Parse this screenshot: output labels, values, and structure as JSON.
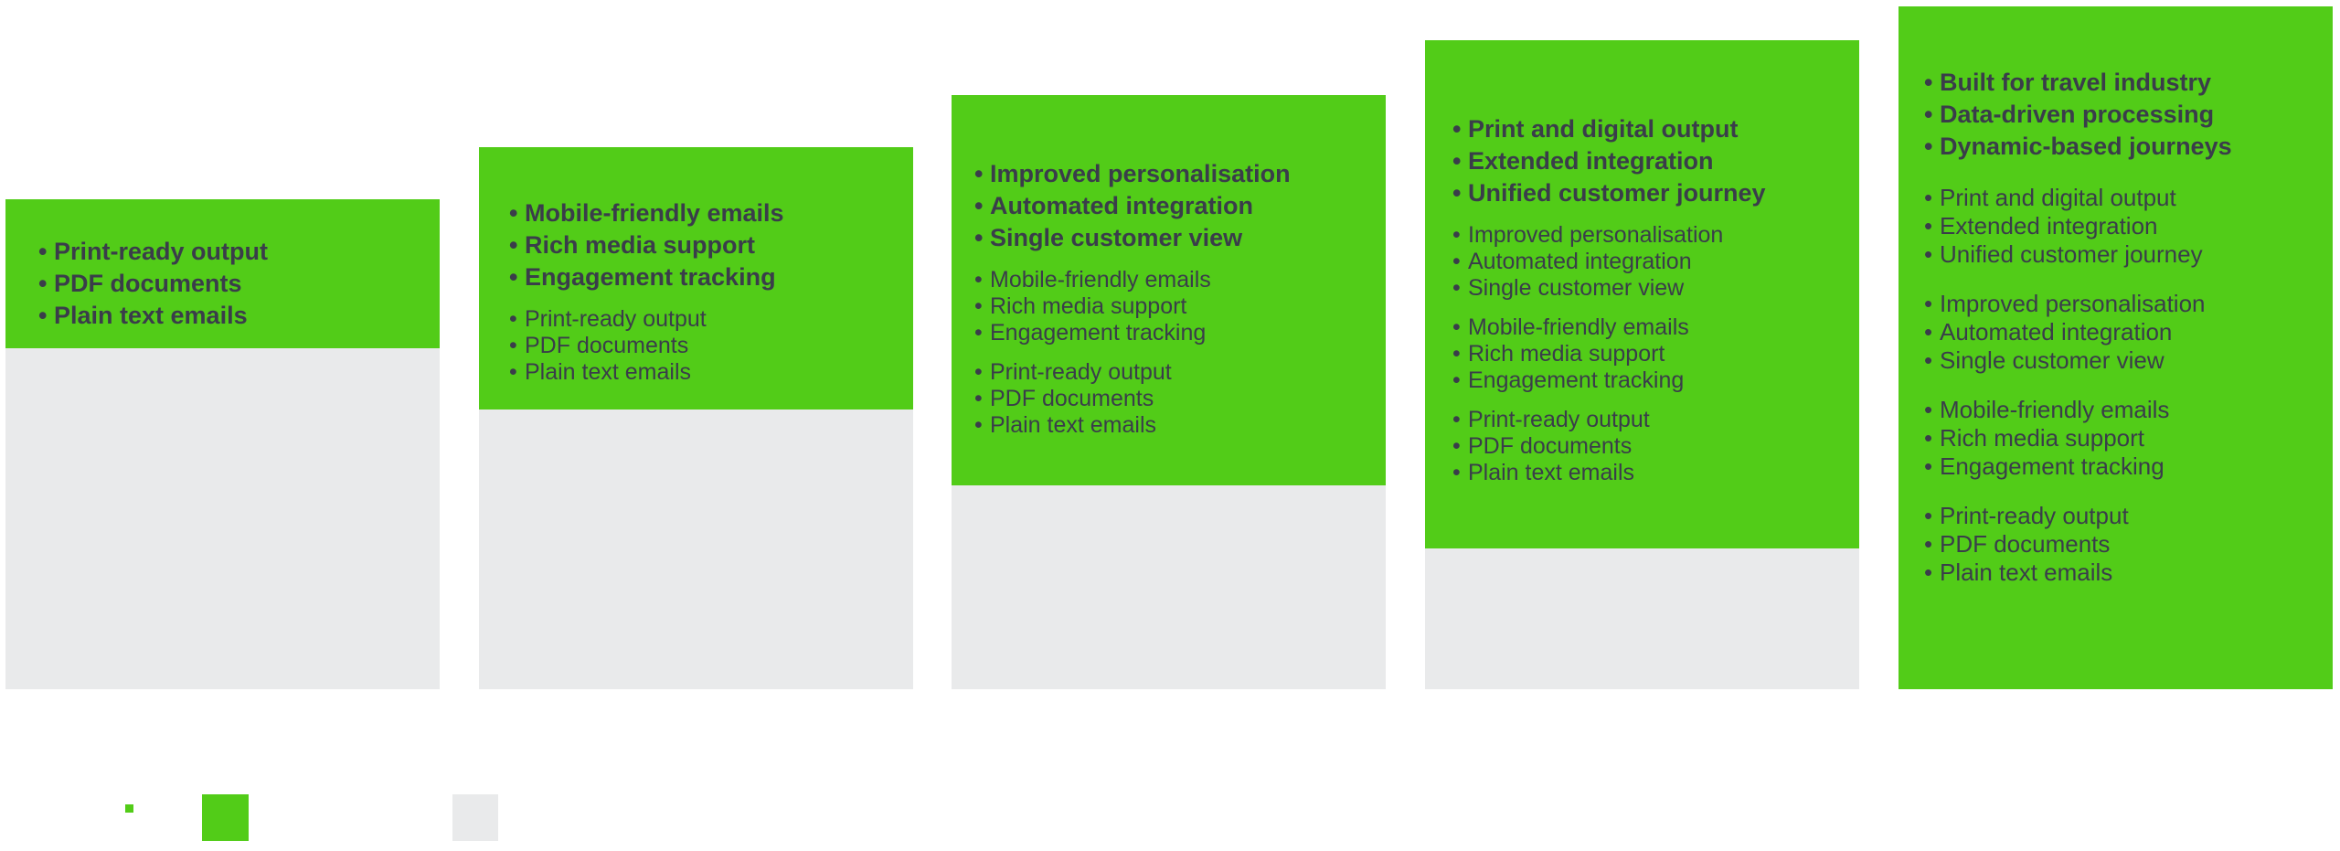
{
  "colors": {
    "accent_green": "#52cc18",
    "base_grey": "#e9eaeb",
    "text": "#3a3d4a"
  },
  "tiers": [
    {
      "highlights": [
        "Print-ready output",
        "PDF documents",
        "Plain text emails"
      ],
      "inherited_groups": []
    },
    {
      "highlights": [
        "Mobile-friendly emails",
        "Rich media support",
        "Engagement tracking"
      ],
      "inherited_groups": [
        [
          "Print-ready output",
          "PDF documents",
          "Plain text emails"
        ]
      ]
    },
    {
      "highlights": [
        "Improved personalisation",
        "Automated integration",
        "Single customer view"
      ],
      "inherited_groups": [
        [
          "Mobile-friendly emails",
          "Rich media support",
          "Engagement tracking"
        ],
        [
          "Print-ready output",
          "PDF documents",
          "Plain text emails"
        ]
      ]
    },
    {
      "highlights": [
        "Print and digital output",
        "Extended integration",
        "Unified customer journey"
      ],
      "inherited_groups": [
        [
          "Improved personalisation",
          "Automated integration",
          "Single customer view"
        ],
        [
          "Mobile-friendly emails",
          "Rich media support",
          "Engagement tracking"
        ],
        [
          "Print-ready output",
          "PDF documents",
          "Plain text emails"
        ]
      ]
    },
    {
      "highlights": [
        "Built for travel industry",
        "Data-driven processing",
        "Dynamic-based journeys"
      ],
      "inherited_groups": [
        [
          "Print and digital output",
          "Extended integration",
          "Unified customer journey"
        ],
        [
          "Improved personalisation",
          "Automated integration",
          "Single customer view"
        ],
        [
          "Mobile-friendly emails",
          "Rich media support",
          "Engagement tracking"
        ],
        [
          "Print-ready output",
          "PDF documents",
          "Plain text emails"
        ]
      ]
    }
  ],
  "legend": {
    "items": [
      "small-green-marker",
      "green-swatch",
      "grey-swatch"
    ]
  }
}
